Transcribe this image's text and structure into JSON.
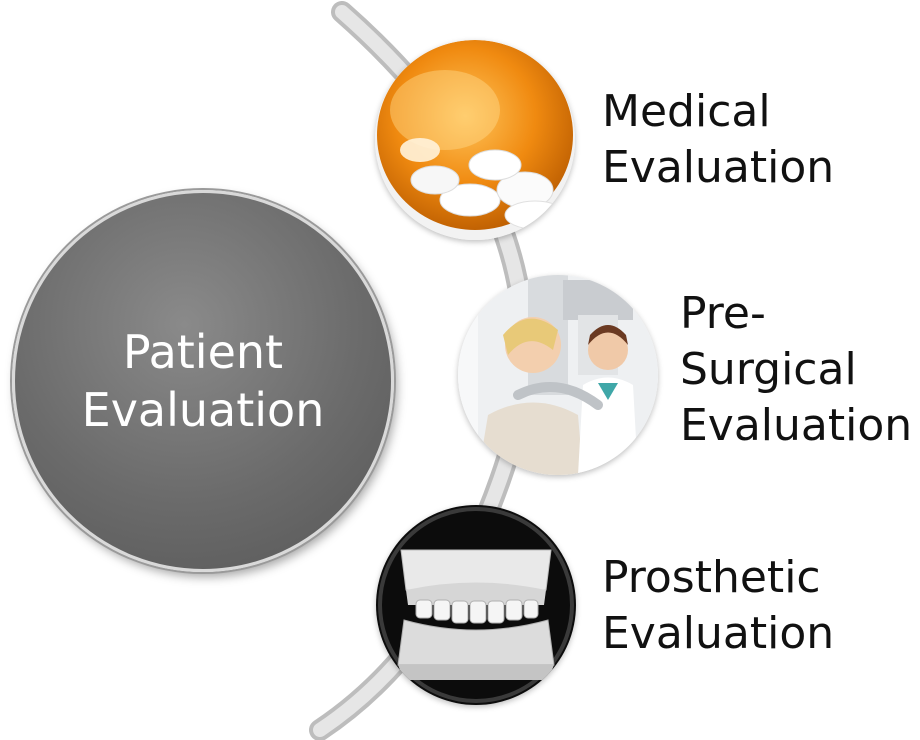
{
  "center": {
    "label_line1": "Patient",
    "label_line2": "Evaluation"
  },
  "items": [
    {
      "line1": "Medical",
      "line2": "Evaluation",
      "icon": "pill-bottle-icon"
    },
    {
      "line1": "Pre-",
      "line2": "Surgical",
      "line3": "Evaluation",
      "icon": "dental-xray-icon"
    },
    {
      "line1": "Prosthetic",
      "line2": "Evaluation",
      "icon": "dental-cast-icon"
    }
  ],
  "colors": {
    "center_fill": "#6b6b6b",
    "arc": "#d8d8d8",
    "pill_orange": "#f08a10"
  }
}
